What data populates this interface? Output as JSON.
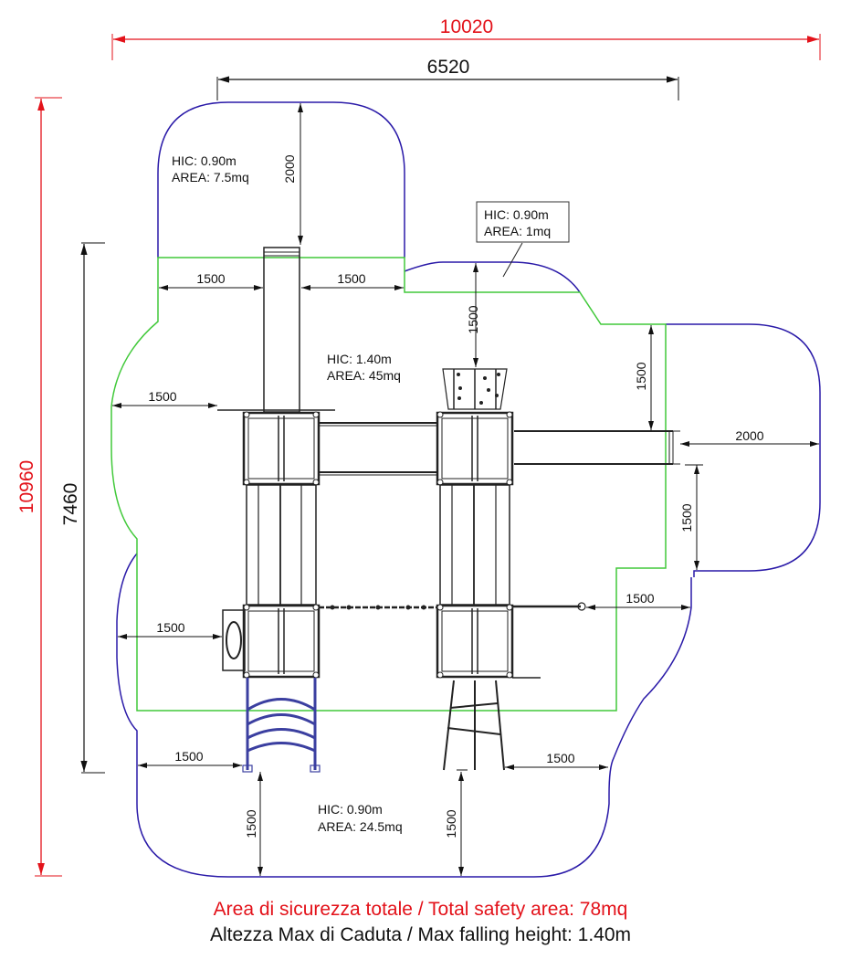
{
  "colors": {
    "overall_dimension": "#e3121a",
    "dimension": "#111111",
    "safety_outline_blue": "#2a1aa8",
    "safety_outline_green": "#41c93a",
    "structure": "#222222",
    "ladder_blue": "#3b3fa0"
  },
  "overall_dimensions": {
    "width": "10020",
    "height": "10960"
  },
  "structure_dimensions": {
    "width": "6520",
    "height": "7460"
  },
  "clearance_dimensions": {
    "top_slide_length": "2000",
    "top_left": "1500",
    "top_right": "1500",
    "climber_top": "1500",
    "left_upper": "1500",
    "right_upper": "1500",
    "right_bridge": "2000",
    "right_lower": "1500",
    "right_rail": "1500",
    "left_lower": "1500",
    "bottom_left_horizontal": "1500",
    "bottom_right_horizontal": "1500",
    "bottom_left_vertical": "1500",
    "bottom_right_vertical": "1500"
  },
  "zones": [
    {
      "id": "top-slide",
      "hic": "HIC: 0.90m",
      "area": "AREA: 7.5mq"
    },
    {
      "id": "climber",
      "hic": "HIC: 0.90m",
      "area": "AREA: 1mq"
    },
    {
      "id": "main",
      "hic": "HIC: 1.40m",
      "area": "AREA: 45mq"
    },
    {
      "id": "bottom",
      "hic": "HIC: 0.90m",
      "area": "AREA: 24.5mq"
    }
  ],
  "footer": {
    "total_area": "Area di sicurezza totale / Total safety area: 78mq",
    "max_height": "Altezza Max di Caduta / Max falling height: 1.40m"
  }
}
